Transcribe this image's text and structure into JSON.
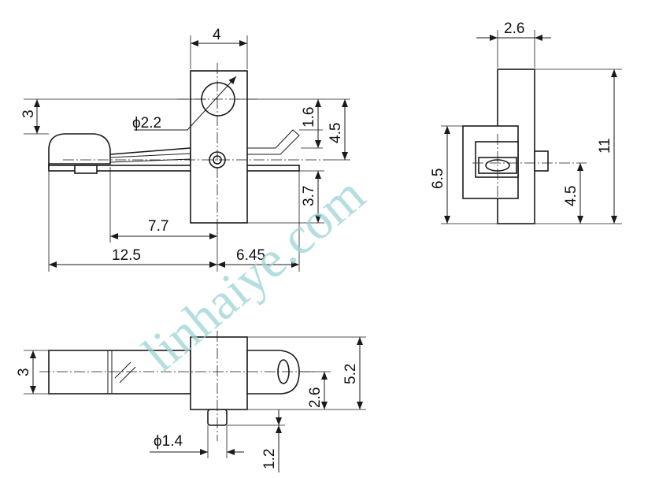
{
  "front_view": {
    "width_dim": "4",
    "hole_dia": "ϕ2.2",
    "pin_height": "1.6",
    "upper_height": "4.5",
    "left_height": "3",
    "lower_height": "3.7",
    "arm_length": "7.7",
    "total_left": "12.5",
    "right_extent": "6.45"
  },
  "side_view": {
    "top_width": "2.6",
    "total_height": "11",
    "left_height": "6.5",
    "pin_height": "4.5"
  },
  "top_view": {
    "left_width": "3",
    "total_width": "5.2",
    "offset": "2.6",
    "pin_dia": "ϕ1.4",
    "pin_length": "1.2"
  },
  "watermark": "linhaiye.com"
}
